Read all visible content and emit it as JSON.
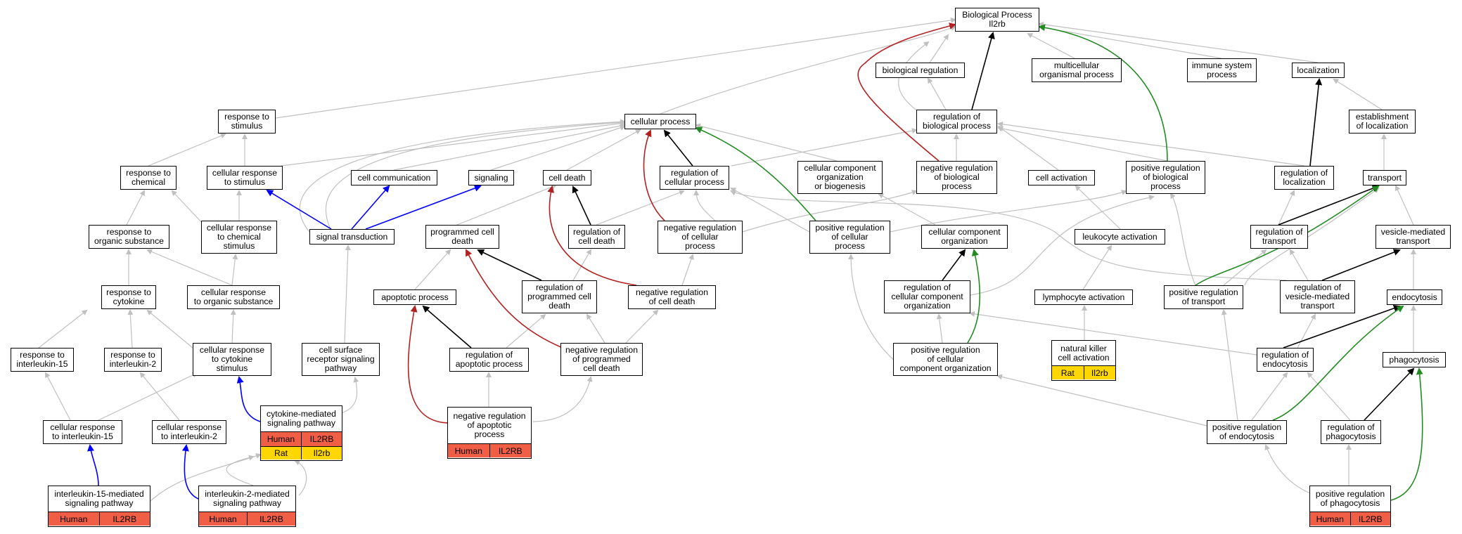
{
  "colors": {
    "gray": "#c0c0c0",
    "black": "#000000",
    "red": "#b22222",
    "green": "#228b22",
    "blue": "#0000ff",
    "human": "#f05e46",
    "rat": "#ffd700"
  },
  "nodes": {
    "bp": "Biological Process\nIl2rb",
    "biological_regulation": "biological regulation",
    "multicellular": "multicellular\norganismal process",
    "immune_system": "immune system\nprocess",
    "localization": "localization",
    "response_to_stimulus": "response to\nstimulus",
    "cellular_process": "cellular process",
    "regulation_of_bp": "regulation of\nbiological process",
    "establishment_loc": "establishment\nof localization",
    "response_to_chemical": "response to\nchemical",
    "cellular_response_stimulus": "cellular response\nto stimulus",
    "cell_communication": "cell communication",
    "signaling": "signaling",
    "cell_death": "cell death",
    "regulation_cellular_process": "regulation of\ncellular process",
    "cc_org_biogenesis": "cellular component\norganization\nor biogenesis",
    "neg_reg_bp": "negative regulation\nof biological\nprocess",
    "cell_activation": "cell activation",
    "pos_reg_bp": "positive regulation\nof biological\nprocess",
    "regulation_localization": "regulation of\nlocalization",
    "transport": "transport",
    "response_organic": "response to\norganic substance",
    "cellular_response_chemical": "cellular response\nto chemical\nstimulus",
    "signal_transduction": "signal transduction",
    "programmed_cell_death": "programmed cell\ndeath",
    "regulation_cell_death": "regulation of\ncell death",
    "neg_reg_cellular_process": "negative regulation\nof cellular\nprocess",
    "pos_reg_cellular_process": "positive regulation\nof cellular\nprocess",
    "cc_organization": "cellular component\norganization",
    "leukocyte_activation": "leukocyte activation",
    "regulation_transport": "regulation of\ntransport",
    "vesicle_transport": "vesicle-mediated\ntransport",
    "response_cytokine": "response to\ncytokine",
    "cellular_response_organic": "cellular response\nto organic substance",
    "apoptotic_process": "apoptotic process",
    "reg_pcd": "regulation of\nprogrammed cell\ndeath",
    "neg_reg_cell_death": "negative regulation\nof cell death",
    "reg_cc_org": "regulation of\ncellular component\norganization",
    "lymphocyte_activation": "lymphocyte activation",
    "pos_reg_transport": "positive regulation\nof transport",
    "reg_vesicle_transport": "regulation of\nvesicle-mediated\ntransport",
    "endocytosis": "endocytosis",
    "response_il15": "response to\ninterleukin-15",
    "response_il2": "response to\ninterleukin-2",
    "cellular_response_cytokine": "cellular response\nto cytokine\nstimulus",
    "cell_surface_receptor": "cell surface\nreceptor signaling\npathway",
    "reg_apoptotic": "regulation of\napoptotic process",
    "neg_reg_pcd": "negative regulation\nof programmed\ncell death",
    "pos_reg_cc_org": "positive regulation\nof cellular\ncomponent organization",
    "reg_endocytosis": "regulation of\nendocytosis",
    "phagocytosis": "phagocytosis",
    "cellular_response_il15": "cellular response\nto interleukin-15",
    "cellular_response_il2": "cellular response\nto interleukin-2",
    "pos_reg_endocytosis": "positive regulation\nof endocytosis",
    "reg_phagocytosis": "regulation of\nphagocytosis"
  },
  "annotated": {
    "cytokine_pathway": {
      "label": "cytokine-mediated\nsignaling pathway",
      "rows": [
        [
          "Human",
          "IL2RB"
        ],
        [
          "Rat",
          "Il2rb"
        ]
      ]
    },
    "nk_activation": {
      "label": "natural killer\ncell activation",
      "rows": [
        [
          "Rat",
          "Il2rb"
        ]
      ]
    },
    "neg_reg_apoptotic": {
      "label": "negative regulation\nof apoptotic\nprocess",
      "rows": [
        [
          "Human",
          "IL2RB"
        ]
      ]
    },
    "il15_pathway": {
      "label": "interleukin-15-mediated\nsignaling pathway",
      "rows": [
        [
          "Human",
          "IL2RB"
        ]
      ]
    },
    "il2_pathway": {
      "label": "interleukin-2-mediated\nsignaling pathway",
      "rows": [
        [
          "Human",
          "IL2RB"
        ]
      ]
    },
    "pos_reg_phagocytosis": {
      "label": "positive regulation\nof phagocytosis",
      "rows": [
        [
          "Human",
          "IL2RB"
        ]
      ]
    }
  }
}
